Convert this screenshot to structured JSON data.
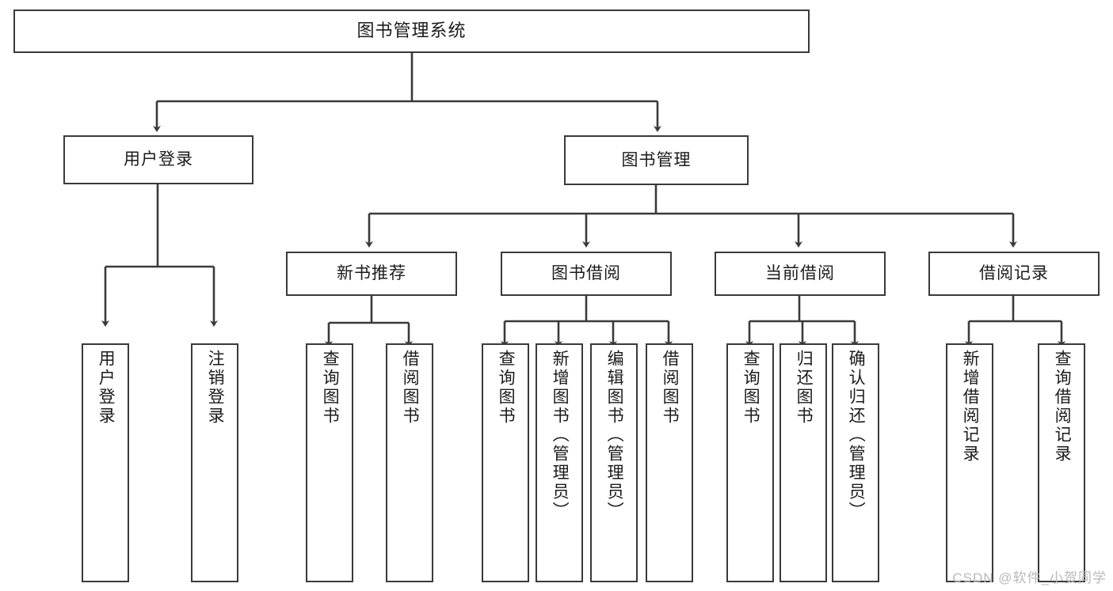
{
  "diagram": {
    "title": "图书管理系统",
    "type": "tree-diagram",
    "orientation": "top-down",
    "line_color": "#3a3a3a",
    "box_fill": "#ffffff",
    "text_color": "#1b1b1b"
  },
  "root": {
    "label": "图书管理系统"
  },
  "level1": [
    {
      "label": "用户登录"
    },
    {
      "label": "图书管理"
    }
  ],
  "level2": [
    {
      "label": "新书推荐"
    },
    {
      "label": "图书借阅"
    },
    {
      "label": "当前借阅"
    },
    {
      "label": "借阅记录"
    }
  ],
  "leaves": {
    "user_login": [
      {
        "label": "用户登录"
      },
      {
        "label": "注销登录"
      }
    ],
    "new_book_recommend": [
      {
        "label": "查询图书"
      },
      {
        "label": "借阅图书"
      }
    ],
    "book_borrow": [
      {
        "label": "查询图书"
      },
      {
        "label": "新增图书（管理员）"
      },
      {
        "label": "编辑图书（管理员）"
      },
      {
        "label": "借阅图书"
      }
    ],
    "current_borrow": [
      {
        "label": "查询图书"
      },
      {
        "label": "归还图书"
      },
      {
        "label": "确认归还（管理员）"
      }
    ],
    "borrow_record": [
      {
        "label": "新增借阅记录"
      },
      {
        "label": "查询借阅记录"
      }
    ]
  },
  "watermark": {
    "text": "CSDN @软件_小贺同学"
  }
}
